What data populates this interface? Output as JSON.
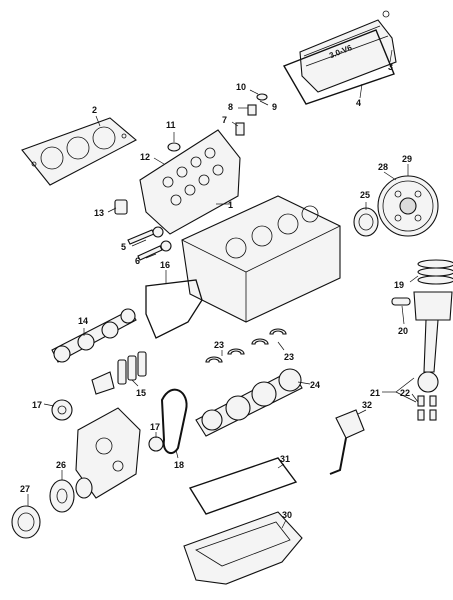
{
  "diagram": {
    "valve_cover_embossing": "3.0-V6",
    "callouts": [
      {
        "id": "c1",
        "text": "1"
      },
      {
        "id": "c2",
        "text": "2"
      },
      {
        "id": "c3",
        "text": "3"
      },
      {
        "id": "c4",
        "text": "4"
      },
      {
        "id": "c5",
        "text": "5"
      },
      {
        "id": "c6",
        "text": "6"
      },
      {
        "id": "c7",
        "text": "7"
      },
      {
        "id": "c8",
        "text": "8"
      },
      {
        "id": "c9",
        "text": "9"
      },
      {
        "id": "c10",
        "text": "10"
      },
      {
        "id": "c11",
        "text": "11"
      },
      {
        "id": "c12",
        "text": "12"
      },
      {
        "id": "c13",
        "text": "13"
      },
      {
        "id": "c14",
        "text": "14"
      },
      {
        "id": "c15",
        "text": "15"
      },
      {
        "id": "c16",
        "text": "16"
      },
      {
        "id": "c17a",
        "text": "17"
      },
      {
        "id": "c17b",
        "text": "17"
      },
      {
        "id": "c18",
        "text": "18"
      },
      {
        "id": "c19",
        "text": "19"
      },
      {
        "id": "c20",
        "text": "20"
      },
      {
        "id": "c21",
        "text": "21"
      },
      {
        "id": "c22",
        "text": "22"
      },
      {
        "id": "c23a",
        "text": "23"
      },
      {
        "id": "c23b",
        "text": "23"
      },
      {
        "id": "c24",
        "text": "24"
      },
      {
        "id": "c25",
        "text": "25"
      },
      {
        "id": "c26",
        "text": "26"
      },
      {
        "id": "c27",
        "text": "27"
      },
      {
        "id": "c28",
        "text": "28"
      },
      {
        "id": "c29",
        "text": "29"
      },
      {
        "id": "c30",
        "text": "30"
      },
      {
        "id": "c31",
        "text": "31"
      },
      {
        "id": "c32",
        "text": "32"
      }
    ]
  }
}
